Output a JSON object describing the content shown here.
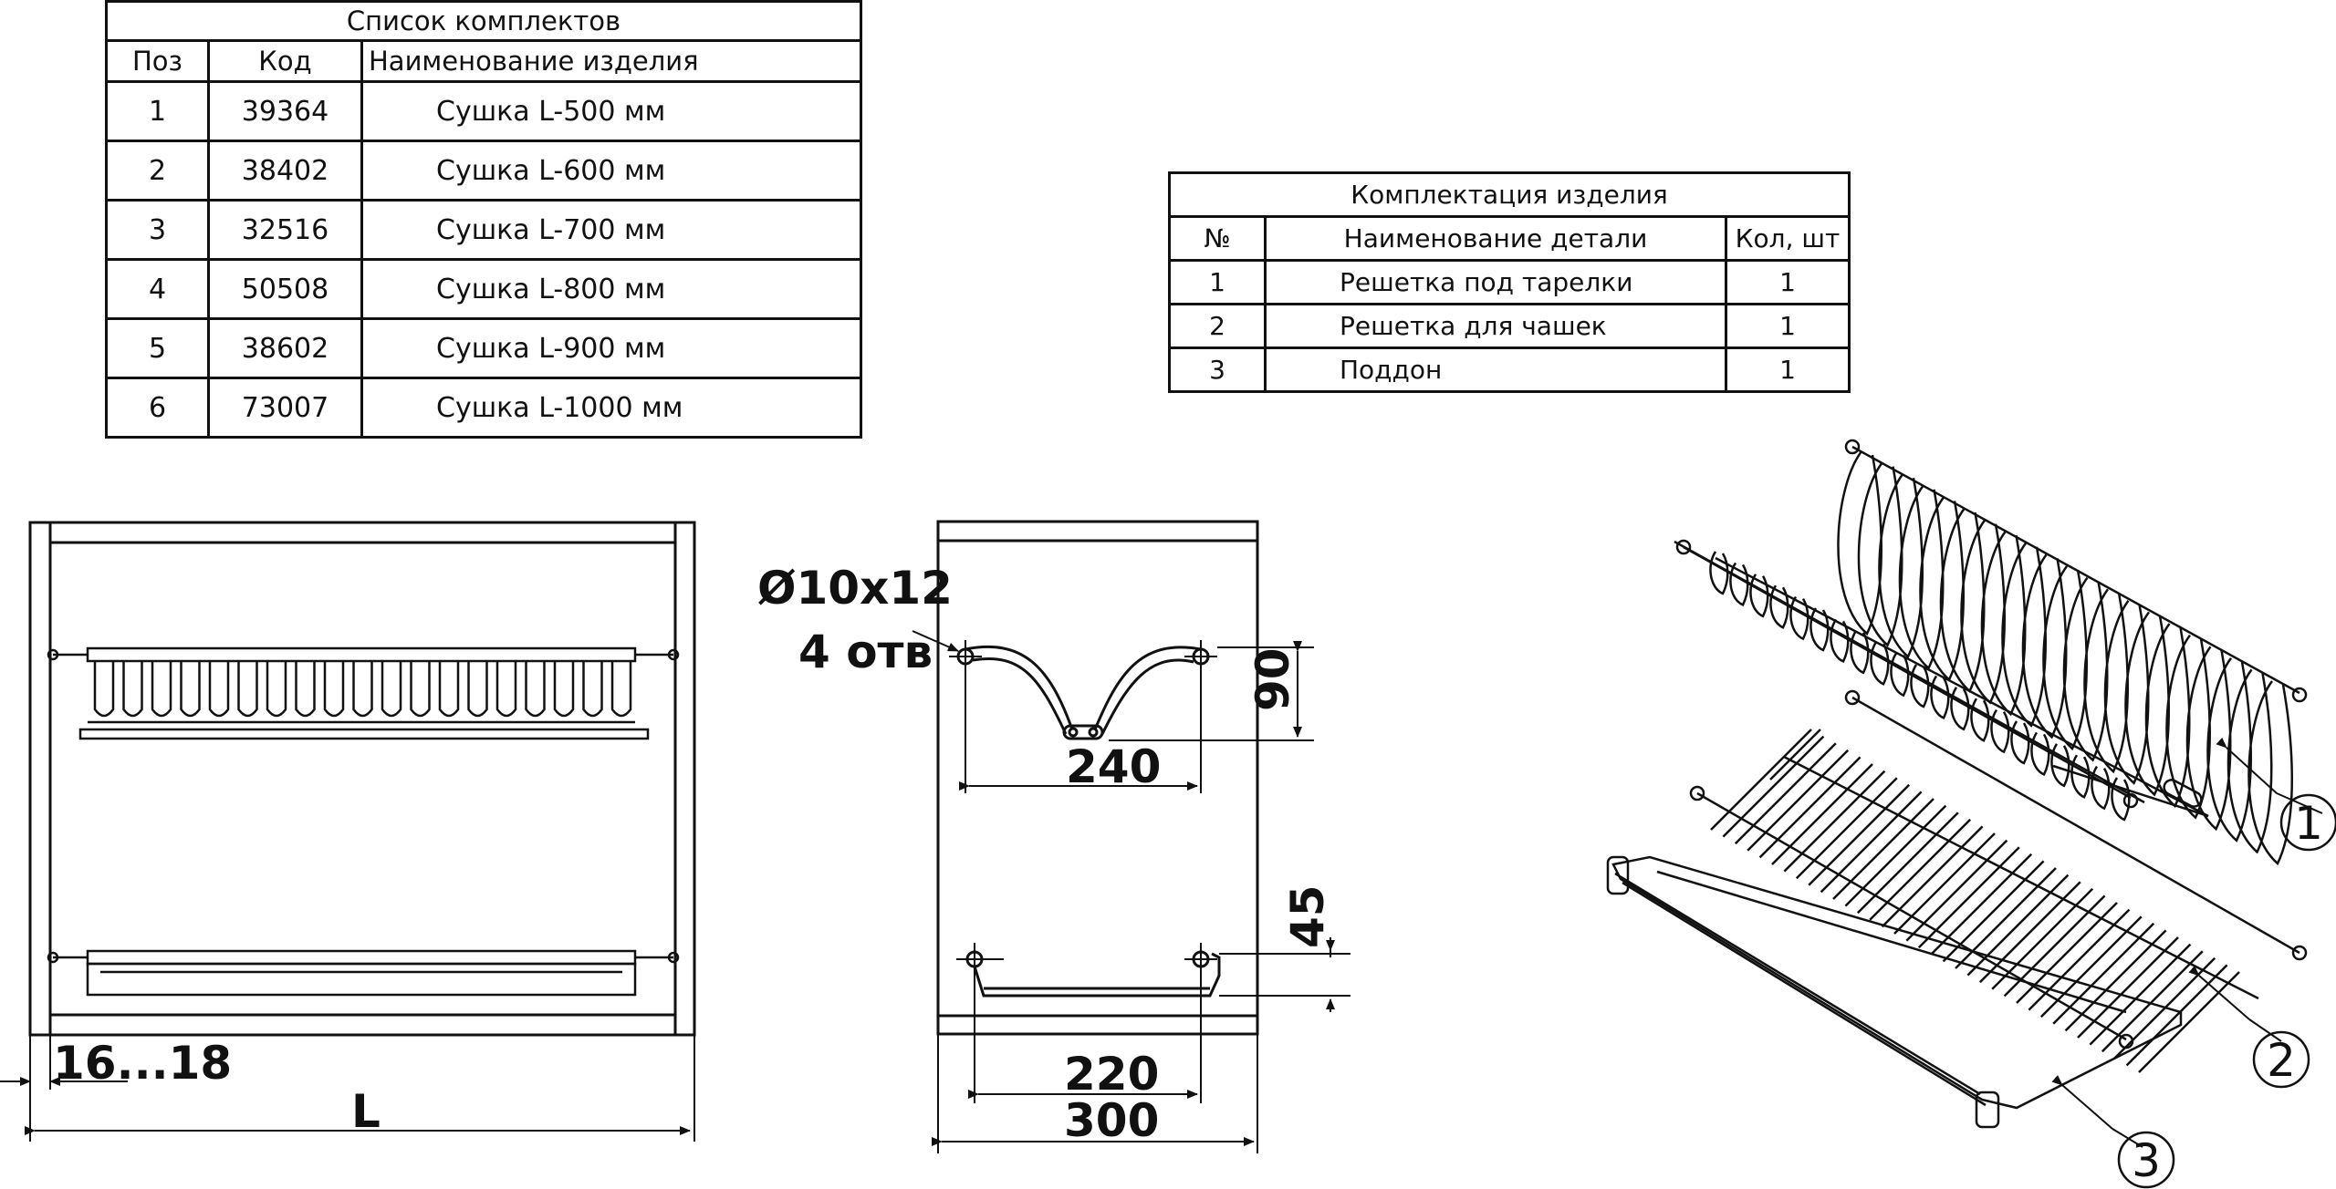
{
  "kit_table": {
    "title": "Список комплектов",
    "headers": [
      "Поз",
      "Код",
      "Наименование изделия"
    ],
    "rows": [
      {
        "pos": "1",
        "code": "39364",
        "name": "Сушка L-500 мм"
      },
      {
        "pos": "2",
        "code": "38402",
        "name": "Сушка L-600 мм"
      },
      {
        "pos": "3",
        "code": "32516",
        "name": "Сушка L-700 мм"
      },
      {
        "pos": "4",
        "code": "50508",
        "name": "Сушка L-800 мм"
      },
      {
        "pos": "5",
        "code": "38602",
        "name": "Сушка L-900 мм"
      },
      {
        "pos": "6",
        "code": "73007",
        "name": "Сушка L-1000 мм"
      }
    ]
  },
  "parts_table": {
    "title": "Комплектация изделия",
    "headers": [
      "№",
      "Наименование детали",
      "Кол, шт"
    ],
    "rows": [
      {
        "num": "1",
        "name": "Решетка под тарелки",
        "qty": "1"
      },
      {
        "num": "2",
        "name": "Решетка для чашек",
        "qty": "1"
      },
      {
        "num": "3",
        "name": "Поддон",
        "qty": "1"
      }
    ]
  },
  "front_view": {
    "dim_thickness": "16...18",
    "dim_width": "L"
  },
  "side_view": {
    "hole_spec": "Ø10x12",
    "hole_count": "4 отв",
    "dim_top_height": "90",
    "dim_top_width": "240",
    "dim_tray_height": "45",
    "dim_tray_width": "220",
    "dim_depth": "300"
  },
  "iso_view": {
    "callouts": [
      "1",
      "2",
      "3"
    ]
  }
}
